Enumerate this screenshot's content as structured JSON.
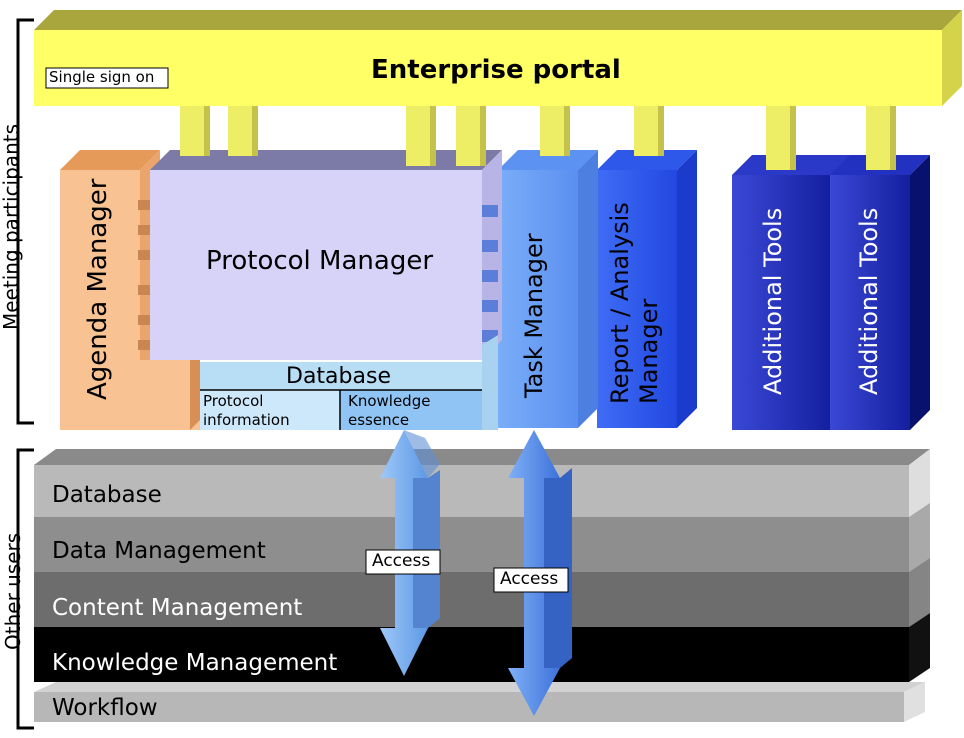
{
  "portal": {
    "title": "Enterprise portal",
    "sso_label": "Single sign on"
  },
  "side_labels": {
    "top": "Meeting participants",
    "bottom": "Other users"
  },
  "modules": {
    "agenda": "Agenda Manager",
    "protocol": "Protocol Manager",
    "database": "Database",
    "protocol_info": "Protocol information",
    "knowledge_essence": "Knowledge essence",
    "task": "Task Manager",
    "report": "Report / Analysis Manager",
    "tools1": "Additional Tools",
    "tools2": "Additional Tools"
  },
  "layers": [
    "Database",
    "Data Management",
    "Content Management",
    "Knowledge Management",
    "Workflow"
  ],
  "access_labels": [
    "Access",
    "Access"
  ],
  "colors": {
    "portal": "#ffff66",
    "agenda": "#f9c393",
    "protocol": "#d6d2f8",
    "task": "#6da2f6",
    "report": "#2f5df2",
    "tools": "#1f2fbf",
    "layer_database": "#b9b9b9",
    "layer_data": "#8e8e8e",
    "layer_content": "#6f6f6f",
    "layer_knowledge": "#000000",
    "layer_workflow": "#b5b5b5"
  }
}
